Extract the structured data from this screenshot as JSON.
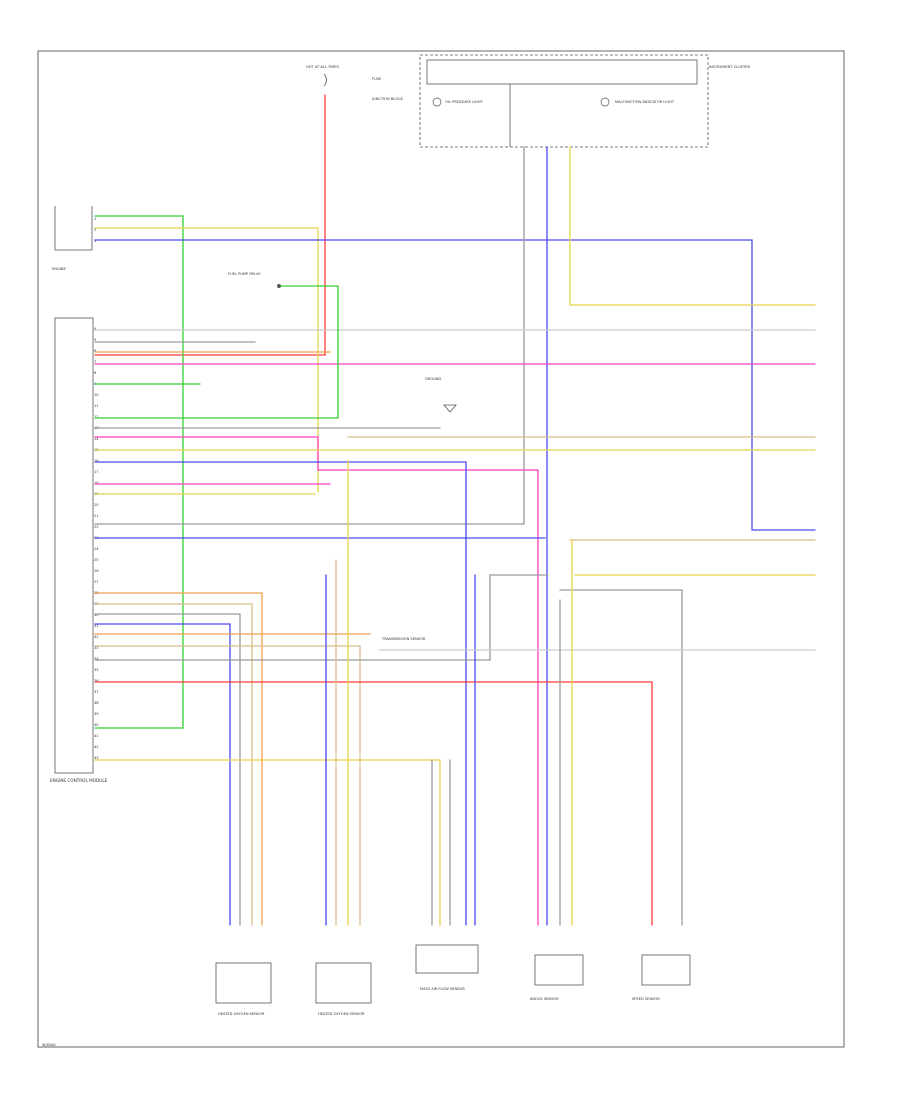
{
  "colors": {
    "green": "#34d134",
    "yellow": "#e8d24a",
    "blue": "#4a4af0",
    "gray": "#9a9a9a",
    "pink": "#ff3fc2",
    "orange": "#f0a050",
    "red": "#ff3a3a",
    "tan": "#d8c08a",
    "lgray": "#c9c9c9"
  },
  "labels": {
    "ecm_title": "ENGINE CONTROL MODULE",
    "fuse": "FUSE",
    "hot": "HOT AT ALL TIMES",
    "junction": "JUNCTION BLOCK",
    "cluster": "INSTRUMENT CLUSTER",
    "cluster_left": "OIL PRESSURE LIGHT",
    "cluster_right": "MALFUNCTION INDICATOR LIGHT",
    "sw1": "FUEL PUMP RELAY",
    "ground": "GROUND",
    "trans": "TRANSMISSION SENSOR",
    "c1": "HEATED OXYGEN SENSOR",
    "c2": "HEATED OXYGEN SENSOR",
    "c3": "MASS AIR FLOW SENSOR",
    "c4": "KNOCK SENSOR",
    "c5": "SPEED SENSOR",
    "footer": "W/DIAG"
  }
}
